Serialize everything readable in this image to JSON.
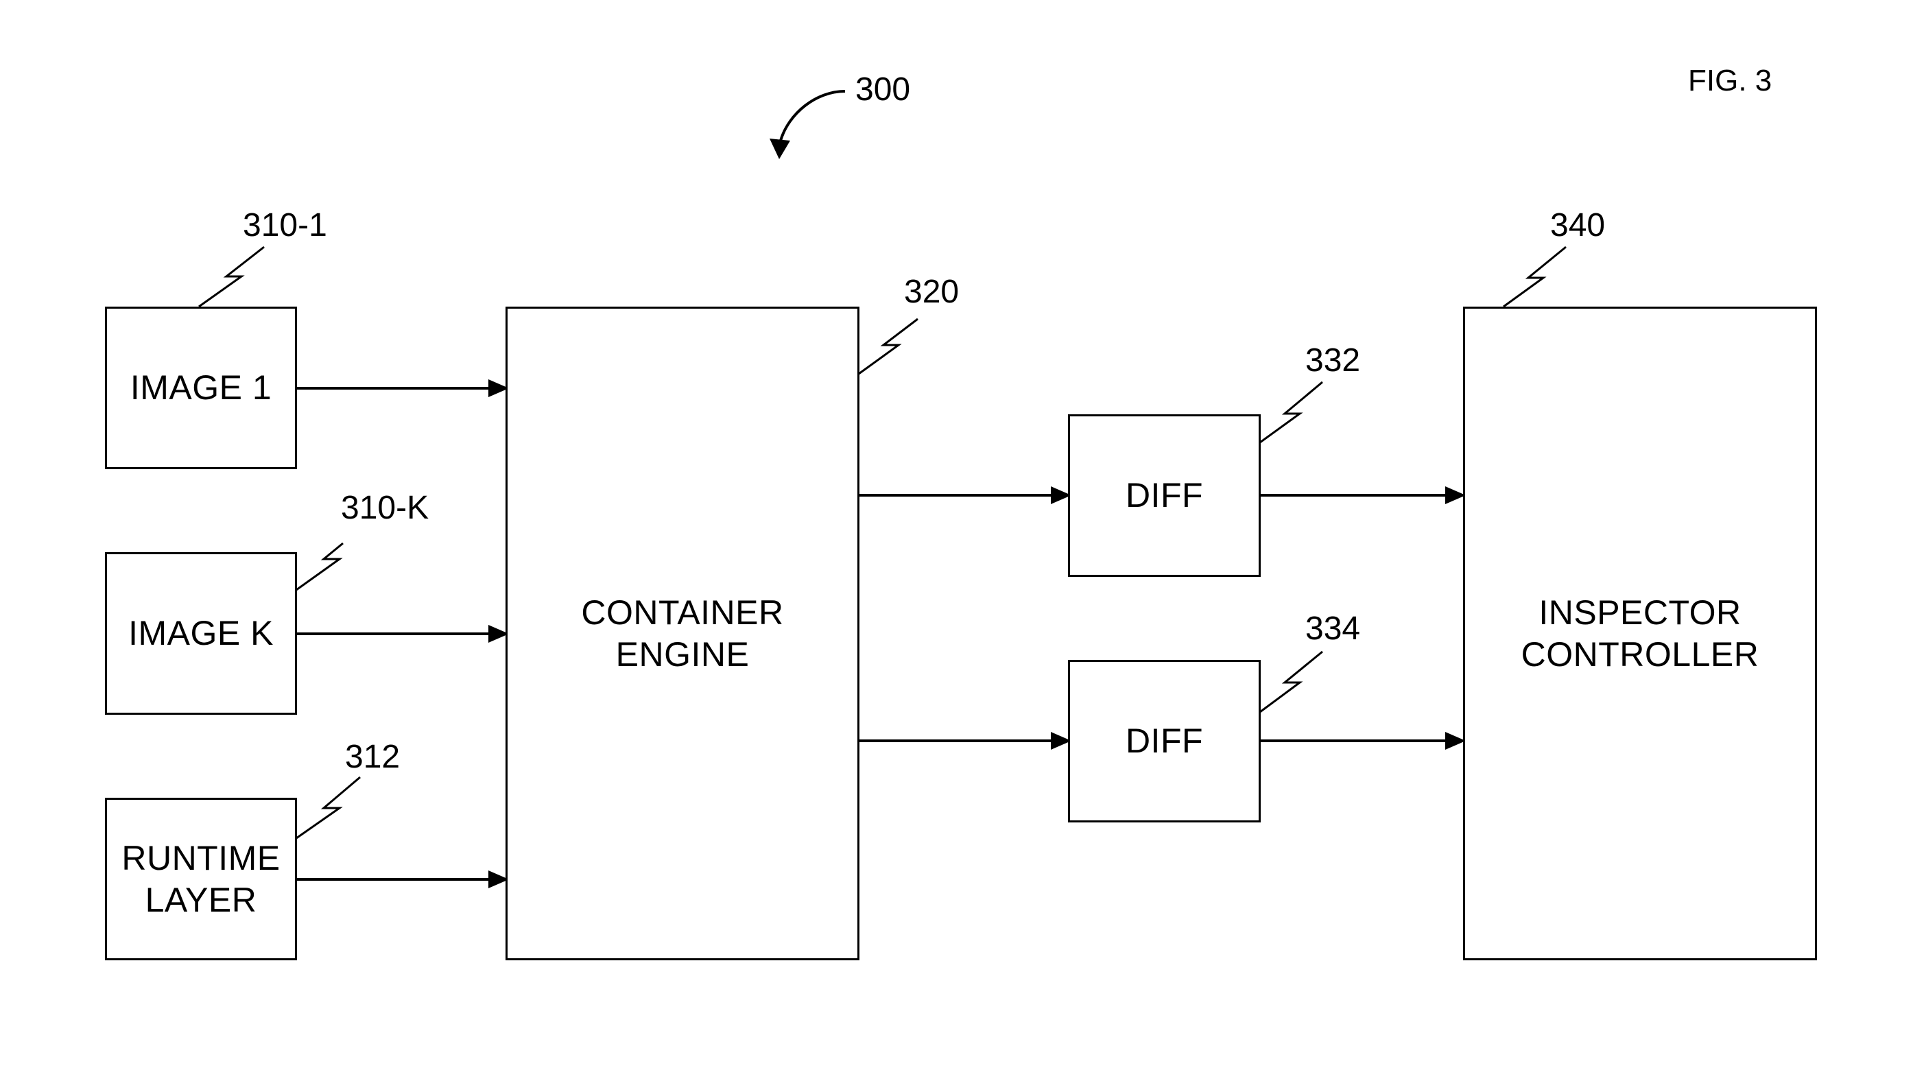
{
  "figure": {
    "label": "FIG. 3",
    "ref": "300"
  },
  "nodes": {
    "image1": {
      "label": "IMAGE 1",
      "ref": "310-1"
    },
    "imageK": {
      "label": "IMAGE K",
      "ref": "310-K"
    },
    "runtime": {
      "label": "RUNTIME\nLAYER",
      "ref": "312"
    },
    "engine": {
      "label": "CONTAINER\nENGINE",
      "ref": "320"
    },
    "diff1": {
      "label": "DIFF",
      "ref": "332"
    },
    "diff2": {
      "label": "DIFF",
      "ref": "334"
    },
    "inspector": {
      "label": "INSPECTOR\nCONTROLLER",
      "ref": "340"
    }
  },
  "edges": [
    {
      "from": "image1",
      "to": "engine"
    },
    {
      "from": "imageK",
      "to": "engine"
    },
    {
      "from": "runtime",
      "to": "engine"
    },
    {
      "from": "engine",
      "to": "diff1"
    },
    {
      "from": "engine",
      "to": "diff2"
    },
    {
      "from": "diff1",
      "to": "inspector"
    },
    {
      "from": "diff2",
      "to": "inspector"
    }
  ]
}
